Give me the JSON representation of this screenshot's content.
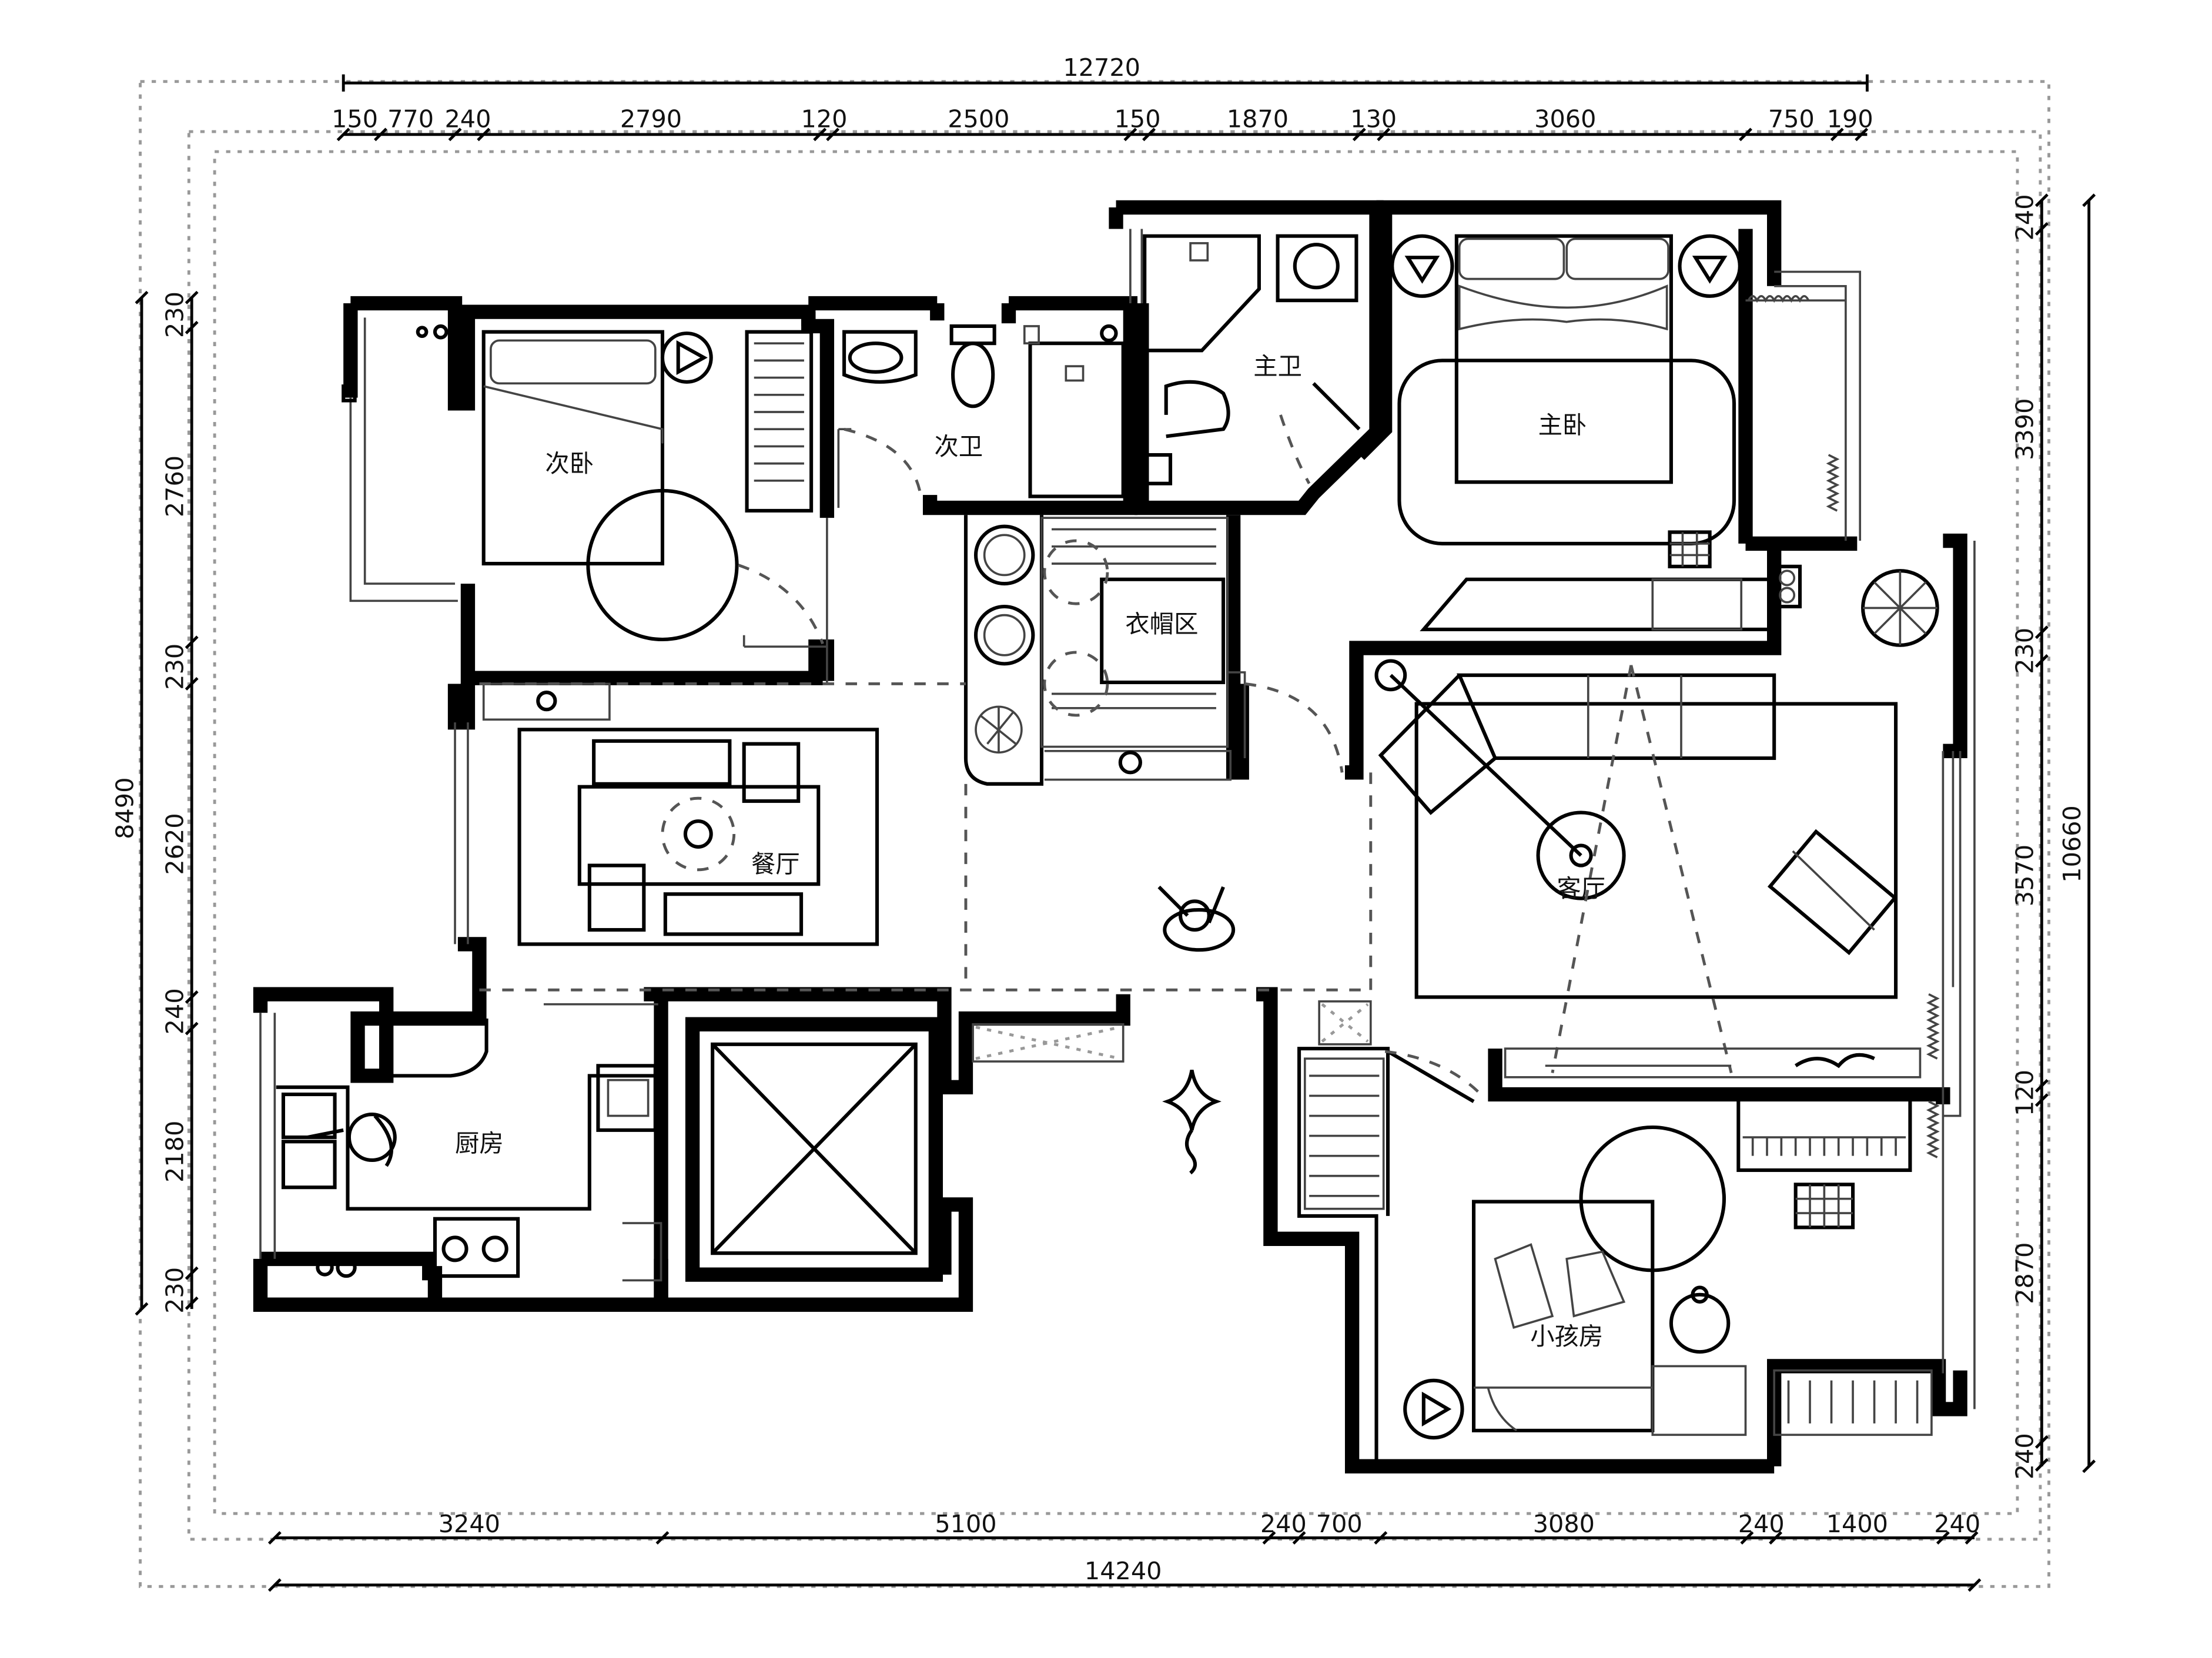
{
  "plan": {
    "rooms": {
      "second_bedroom": "次卧",
      "second_bath": "次卫",
      "master_bath": "主卫",
      "master_bedroom": "主卧",
      "cloakroom": "衣帽区",
      "dining": "餐厅",
      "living": "客厅",
      "kitchen": "厨房",
      "kids_room": "小孩房"
    },
    "dims": {
      "top_total": "12720",
      "top_segments": [
        "150",
        "770",
        "240",
        "2790",
        "120",
        "2500",
        "150",
        "1870",
        "130",
        "3060",
        "750",
        "190"
      ],
      "bottom_total": "14240",
      "bottom_segments": [
        "3240",
        "5100",
        "240",
        "700",
        "3080",
        "240",
        "1400",
        "240"
      ],
      "left_total": "8490",
      "left_segments": [
        "230",
        "2760",
        "230",
        "2620",
        "240",
        "2180",
        "230"
      ],
      "right_total": "10660",
      "right_segments": [
        "240",
        "3390",
        "230",
        "3570",
        "120",
        "2870",
        "240"
      ]
    }
  }
}
